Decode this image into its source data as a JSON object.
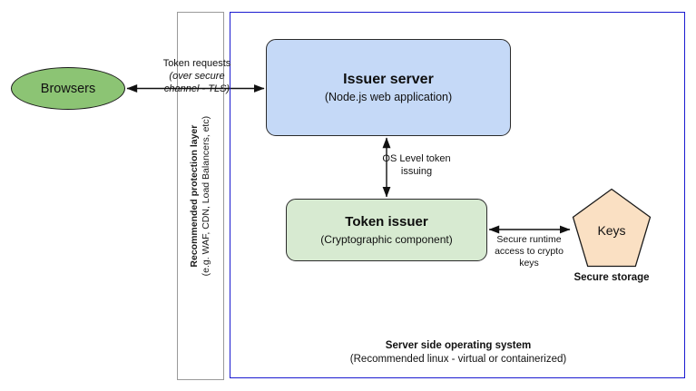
{
  "diagram": {
    "background": "#ffffff",
    "nodes": {
      "browsers": {
        "label": "Browsers",
        "shape": "ellipse",
        "fill": "#8cc474"
      },
      "issuer_server": {
        "title": "Issuer server",
        "subtitle": "(Node.js web application)",
        "shape": "rounded-rect",
        "fill": "#c5d9f7"
      },
      "token_issuer": {
        "title": "Token issuer",
        "subtitle": "(Cryptographic component)",
        "shape": "rounded-rect",
        "fill": "#d7ead1"
      },
      "keys": {
        "label": "Keys",
        "caption": "Secure storage",
        "shape": "pentagon",
        "fill": "#fae0c3"
      }
    },
    "containers": {
      "protection_layer": {
        "title": "Recommended protection layer",
        "subtitle": "(e.g. WAF, CDN, Load Balancers, etc)",
        "border_color": "#9a9a9a",
        "orientation": "vertical"
      },
      "operating_system": {
        "title": "Server side operating system",
        "subtitle": "(Recommended linux - virtual or containerized)",
        "border_color": "#1a1ad0"
      }
    },
    "connectors": {
      "browsers_to_issuer": {
        "line1": "Token requests",
        "line2": "(over secure",
        "line3": "channel - TLS)",
        "direction": "bidirectional"
      },
      "issuer_to_token_issuer": {
        "line1": "OS Level token",
        "line2": "issuing",
        "direction": "bidirectional"
      },
      "token_issuer_to_keys": {
        "line1": "Secure runtime",
        "line2": "access to crypto",
        "line3": "keys",
        "direction": "bidirectional"
      }
    }
  }
}
